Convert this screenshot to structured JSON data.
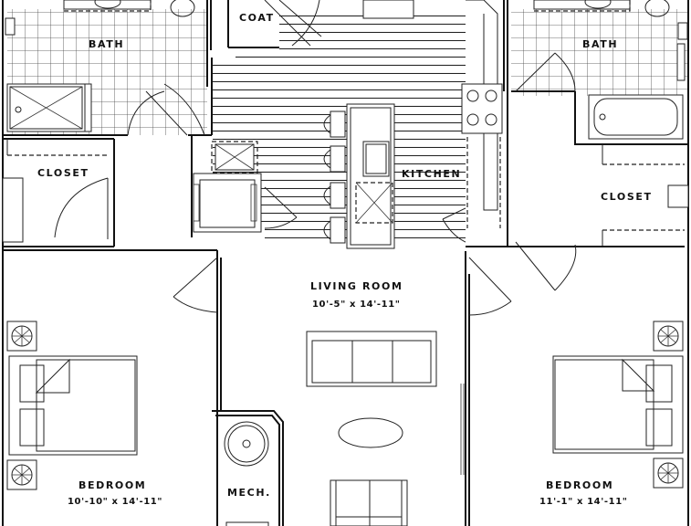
{
  "rooms": {
    "coat": "COAT",
    "bath_left": "BATH",
    "bath_right": "BATH",
    "closet_left": "CLOSET",
    "closet_right": "CLOSET",
    "kitchen": "KITCHEN",
    "living_room": "LIVING ROOM",
    "living_room_dim": "10'-5\" x 14'-11\"",
    "bedroom_left": "BEDROOM",
    "bedroom_left_dim": "10'-10\" x 14'-11\"",
    "bedroom_right": "BEDROOM",
    "bedroom_right_dim": "11'-1\" x 14'-11\"",
    "mech": "MECH."
  }
}
